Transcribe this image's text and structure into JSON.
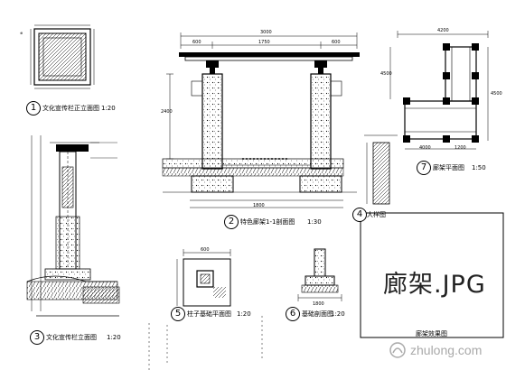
{
  "drawings": [
    {
      "number": "1",
      "title": "文化宣传栏正立面图",
      "scale": "1:20"
    },
    {
      "number": "2",
      "title": "特色廊架1-1剖面图",
      "scale": "1:30"
    },
    {
      "number": "3",
      "title": "文化宣传栏立面图",
      "scale": "1:20"
    },
    {
      "number": "4",
      "title": "大样图",
      "scale": ""
    },
    {
      "number": "5",
      "title": "柱子基础平面图",
      "scale": "1:20"
    },
    {
      "number": "6",
      "title": "基础剖面图",
      "scale": "1:20"
    },
    {
      "number": "7",
      "title": "廊架平面图",
      "scale": "1:50"
    }
  ],
  "photo_placeholder": {
    "text": "廊架.JPG",
    "caption": "廊架效果图"
  },
  "dimensions": {
    "top_total": "3000",
    "top_parts": [
      "600",
      "1750",
      "600"
    ],
    "plan_top": "4200",
    "plan_left": "4500",
    "plan_bottom": [
      "4000",
      "1200"
    ],
    "plan_right": "4500",
    "elev_height": "2400",
    "base": "1800",
    "footing_w": "600",
    "footing_w2": "1800"
  },
  "watermark": {
    "text": "zhulong.com"
  }
}
